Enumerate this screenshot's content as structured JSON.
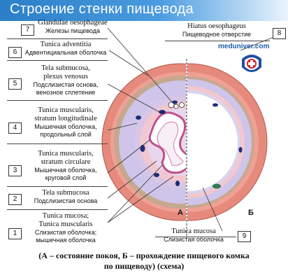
{
  "title": "Строение стенки пищевода",
  "site": "meduniver.com",
  "labels": [
    {
      "num": "7",
      "la": "Glandulae oesophageae",
      "ru": "Железы пищевода"
    },
    {
      "num": "6",
      "la": "Tunica adventitia",
      "ru": "Адвентициальная оболочка"
    },
    {
      "num": "5",
      "la": "Tela submucosa, plexus venosus",
      "ru": "Подслизистая основа, венозное сплетение"
    },
    {
      "num": "4",
      "la": "Tunica muscularis, stratum longitudinale",
      "ru": "Мышечная оболочка, продольный слой"
    },
    {
      "num": "3",
      "la": "Tunica muscularis, stratum circulare",
      "ru": "Мышечная оболочка, круговой слой"
    },
    {
      "num": "2",
      "la": "Tela submucosa",
      "ru": "Подслизистая основа"
    },
    {
      "num": "1",
      "la": "Tunica mucosa; Tunica muscularis",
      "ru": "Слизистая оболочка; мышечная оболочка"
    },
    {
      "num": "8",
      "la": "Hiatus oesophageus",
      "ru": "Пищеводное отверстие"
    },
    {
      "num": "9",
      "la": "Tunica mucosa",
      "ru": "Слизистая оболочка"
    }
  ],
  "label_lines": {
    "l5a": "Tela submucosa,",
    "l5b": "plexus venosus",
    "r5a": "Подслизистая основа,",
    "r5b": "венозное сплетение",
    "l4a": "Tunica muscularis,",
    "l4b": "stratum longitudinale",
    "r4a": "Мышечная оболочка,",
    "r4b": "продольный слой",
    "l3a": "Tunica muscularis,",
    "l3b": "stratum circulare",
    "r3a": "Мышечная оболочка,",
    "r3b": "круговой слой",
    "l1a": "Tunica mucosa;",
    "l1b": "Tunica muscularis",
    "r1a": "Слизистая оболочка;",
    "r1b": "мышечная оболочка"
  },
  "panels": {
    "a": "А",
    "b": "Б"
  },
  "caption_line1": "(А – состояние покоя, Б – прохождение пищевого комка",
  "caption_line2": "по пищеводу) (схема)",
  "colors": {
    "title_bar": "#2b7fc6",
    "adventitia": "#e58a7c",
    "muscle": "#c8bfe6",
    "submucosa": "#f3c9d0",
    "mucosa": "#d9d4ee",
    "vessels": "#1d2b7a"
  }
}
